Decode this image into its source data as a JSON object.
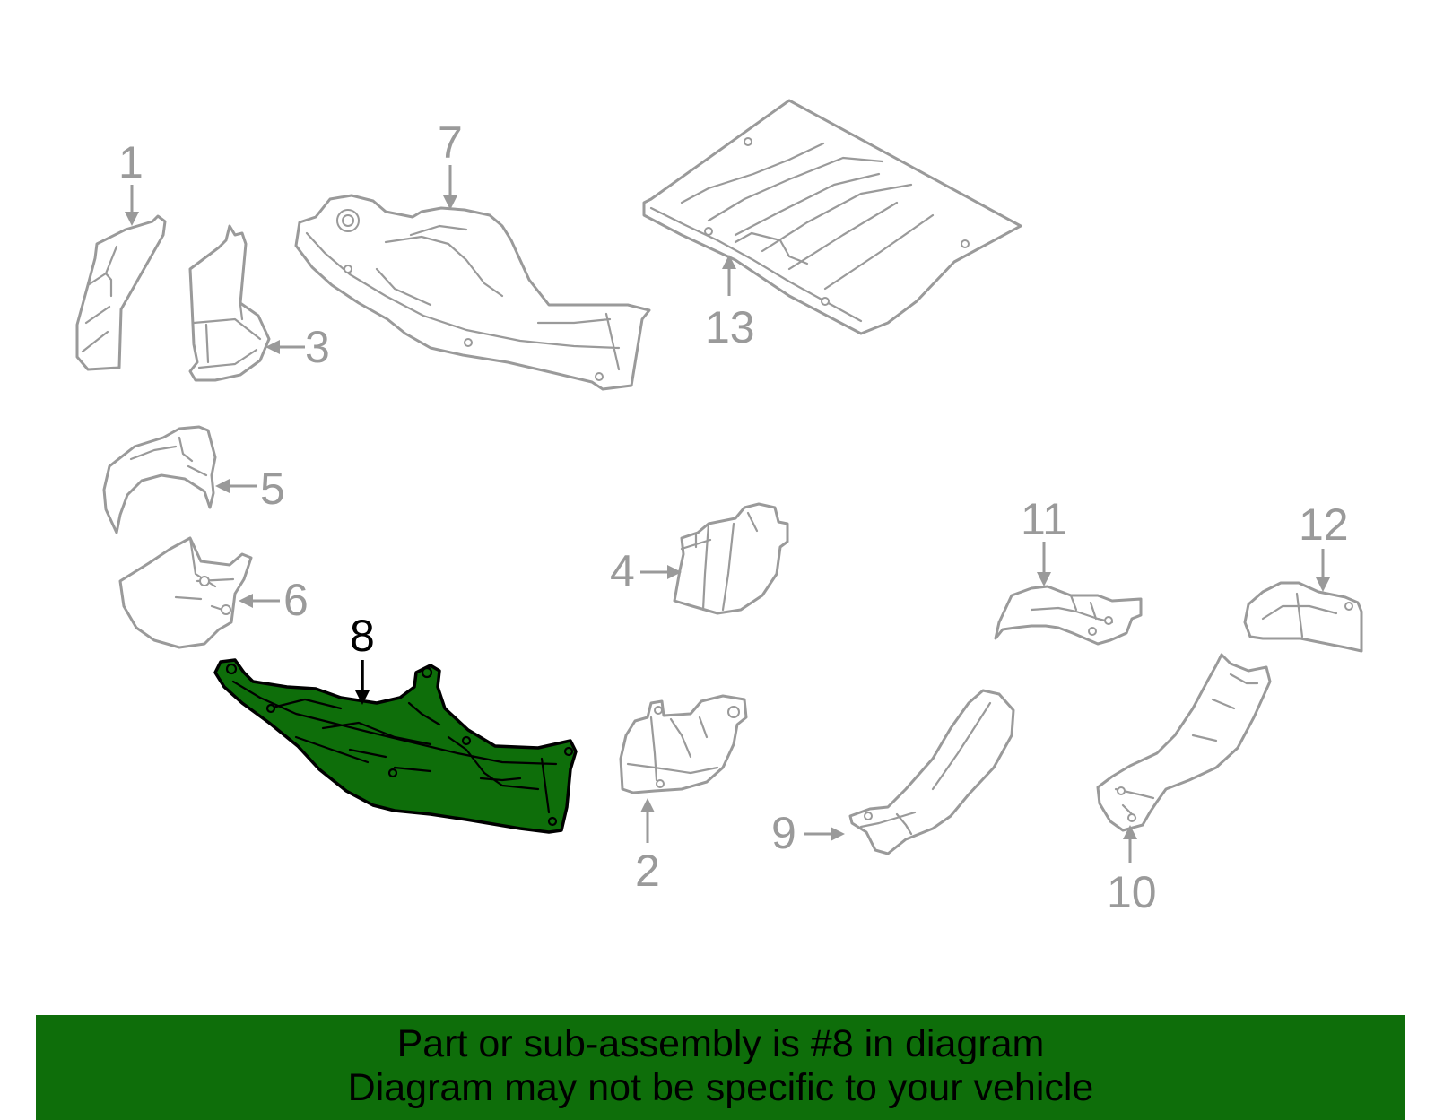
{
  "diagram": {
    "highlighted_part": "8",
    "callouts": [
      "1",
      "2",
      "3",
      "4",
      "5",
      "6",
      "7",
      "8",
      "9",
      "10",
      "11",
      "12",
      "13"
    ],
    "colors": {
      "line": "#9a9a9a",
      "highlight_fill": "#0e6e0a",
      "highlight_stroke": "#000000",
      "banner": "#0e6e0a"
    }
  },
  "banner": {
    "line1": "Part or sub-assembly is #8 in diagram",
    "line2": "Diagram may not be specific to your vehicle"
  }
}
